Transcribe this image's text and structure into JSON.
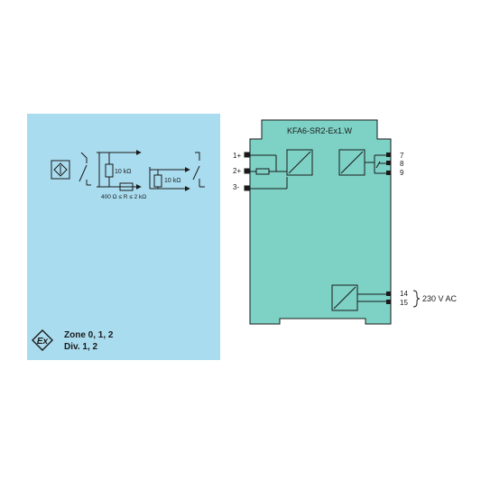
{
  "hazard_zone": {
    "background_color": "#a9dcef",
    "sensor_icon": "proximity-sensor-icon",
    "resistor_1_label": "10 kΩ",
    "resistor_2_label": "10 kΩ",
    "resistance_range_label": "400 Ω ≤ R ≤ 2 kΩ",
    "ex_mark_icon": "ex-explosion-protection-icon",
    "ex_mark_text": "Ex",
    "zone_label": "Zone 0, 1, 2",
    "division_label": "Div. 1, 2"
  },
  "device": {
    "model": "KFA6-SR2-Ex1.W",
    "body_color": "#7dd2c5",
    "input_terminals": [
      "1+",
      "2+",
      "3-"
    ],
    "relay_terminals": [
      "7",
      "8",
      "9"
    ],
    "power_terminals": [
      "14",
      "15"
    ],
    "power_supply_label": "230 V AC"
  }
}
